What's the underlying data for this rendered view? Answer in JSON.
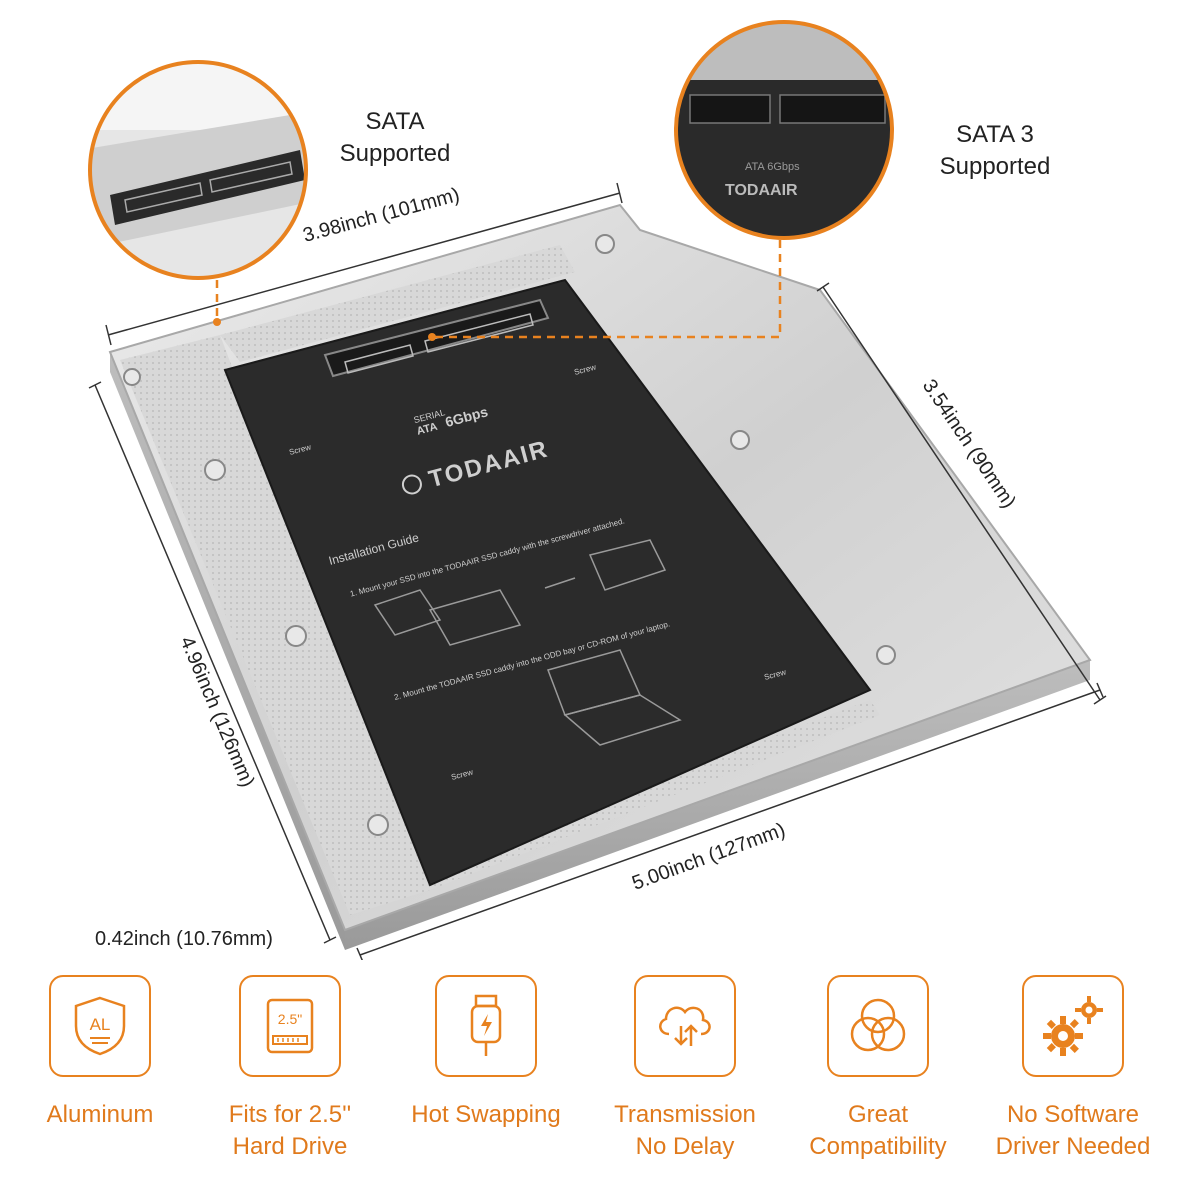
{
  "callouts": {
    "sata": {
      "line1": "SATA",
      "line2": "Supported"
    },
    "sata3": {
      "line1": "SATA 3",
      "line2": "Supported"
    }
  },
  "dimensions": {
    "top_width": "3.98inch (101mm)",
    "right_depth": "3.54inch (90mm)",
    "left_length": "4.96inch (126mm)",
    "bottom_length": "5.00inch (127mm)",
    "height": "0.42inch (10.76mm)"
  },
  "board": {
    "brand": "TODAAIR",
    "interface_top": "SERIAL",
    "interface_ata": "ATA",
    "interface_speed": "6Gbps",
    "guide_title": "Installation Guide",
    "step1": "1. Mount your SSD into the TODAAIR SSD caddy with the screwdriver attached.",
    "step2": "2. Mount the TODAAIR SSD caddy into the ODD bay or CD-ROM of your laptop.",
    "screw": "Screw"
  },
  "features": [
    {
      "label": "Aluminum",
      "icon": "aluminum-shield-icon",
      "icon_text": "AL"
    },
    {
      "label": "Fits for 2.5''\nHard Drive",
      "icon": "hard-drive-icon",
      "icon_text": "2.5\""
    },
    {
      "label": "Hot Swapping",
      "icon": "usb-plug-icon"
    },
    {
      "label": "Transmission\nNo Delay",
      "icon": "cloud-transfer-icon"
    },
    {
      "label": "Great\nCompatibility",
      "icon": "venn-circles-icon"
    },
    {
      "label": "No Software\nDriver Needed",
      "icon": "gears-icon"
    }
  ],
  "colors": {
    "accent": "#e8821f",
    "text": "#222222",
    "board": "#2b2b2b",
    "metal": "#d9d9d9"
  }
}
